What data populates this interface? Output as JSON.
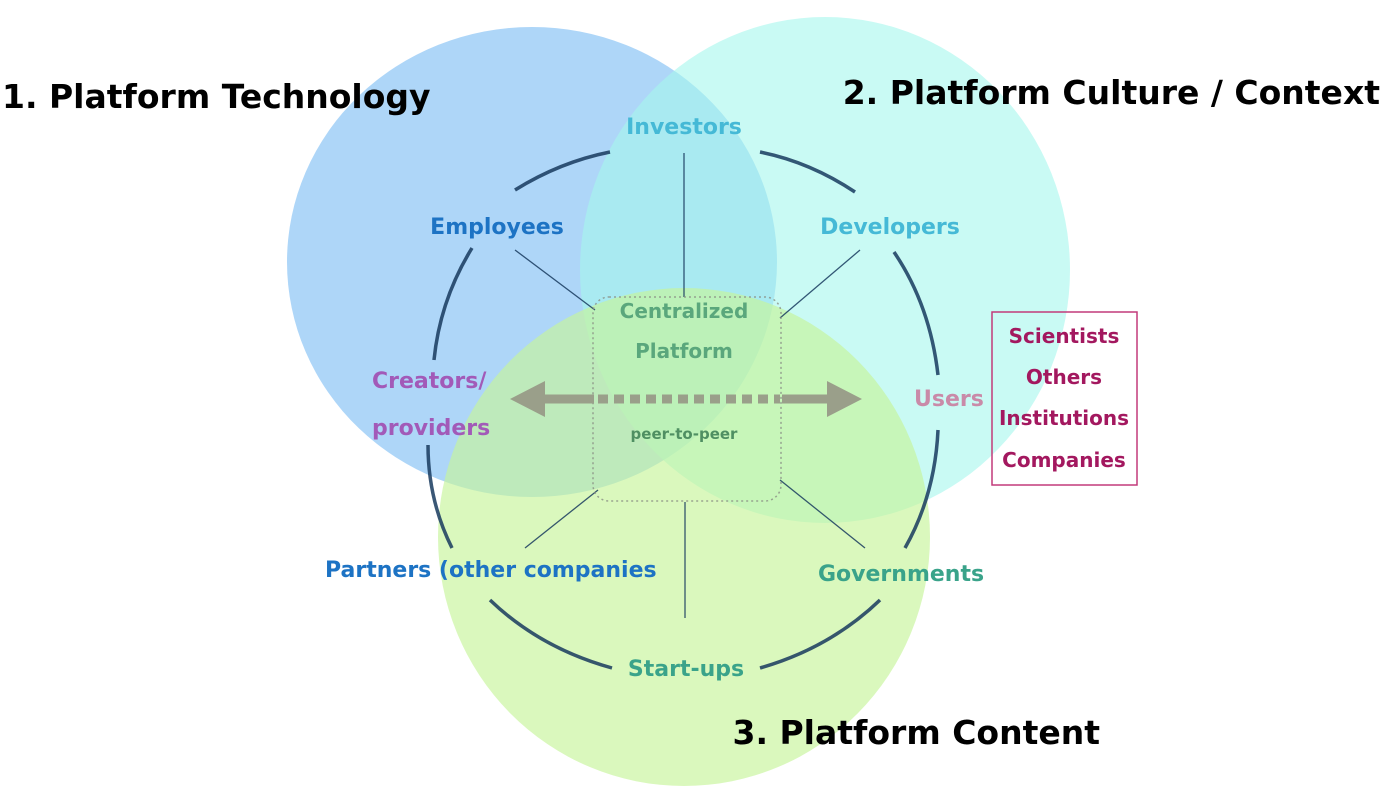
{
  "titles": {
    "technology": "1. Platform Technology",
    "culture": "2. Platform Culture / Context",
    "content": "3. Platform Content"
  },
  "center": {
    "line1": "Centralized",
    "line2": "Platform",
    "peer": "peer-to-peer"
  },
  "nodes": {
    "investors": "Investors",
    "employees": "Employees",
    "developers": "Developers",
    "creators_line1": "Creators/",
    "creators_line2": "providers",
    "users": "Users",
    "partners": "Partners (other companies",
    "governments": "Governments",
    "startups": "Start-ups"
  },
  "user_types": [
    "Scientists",
    "Others",
    "Institutions",
    "Companies"
  ],
  "colors": {
    "technology_circle": "#8fc6f5",
    "culture_circle": "#a5f7ec",
    "content_circle": "#c6f59a",
    "ring": "#173a5e",
    "arrow": "#9a9f8a",
    "node_blue": "#1d73c4",
    "node_cyan": "#45b9d6",
    "node_teal": "#3aa38a",
    "node_purple": "#a25ab8",
    "node_pink": "#c98aa8",
    "box_border": "#c23a7a",
    "box_text": "#a3185f"
  }
}
